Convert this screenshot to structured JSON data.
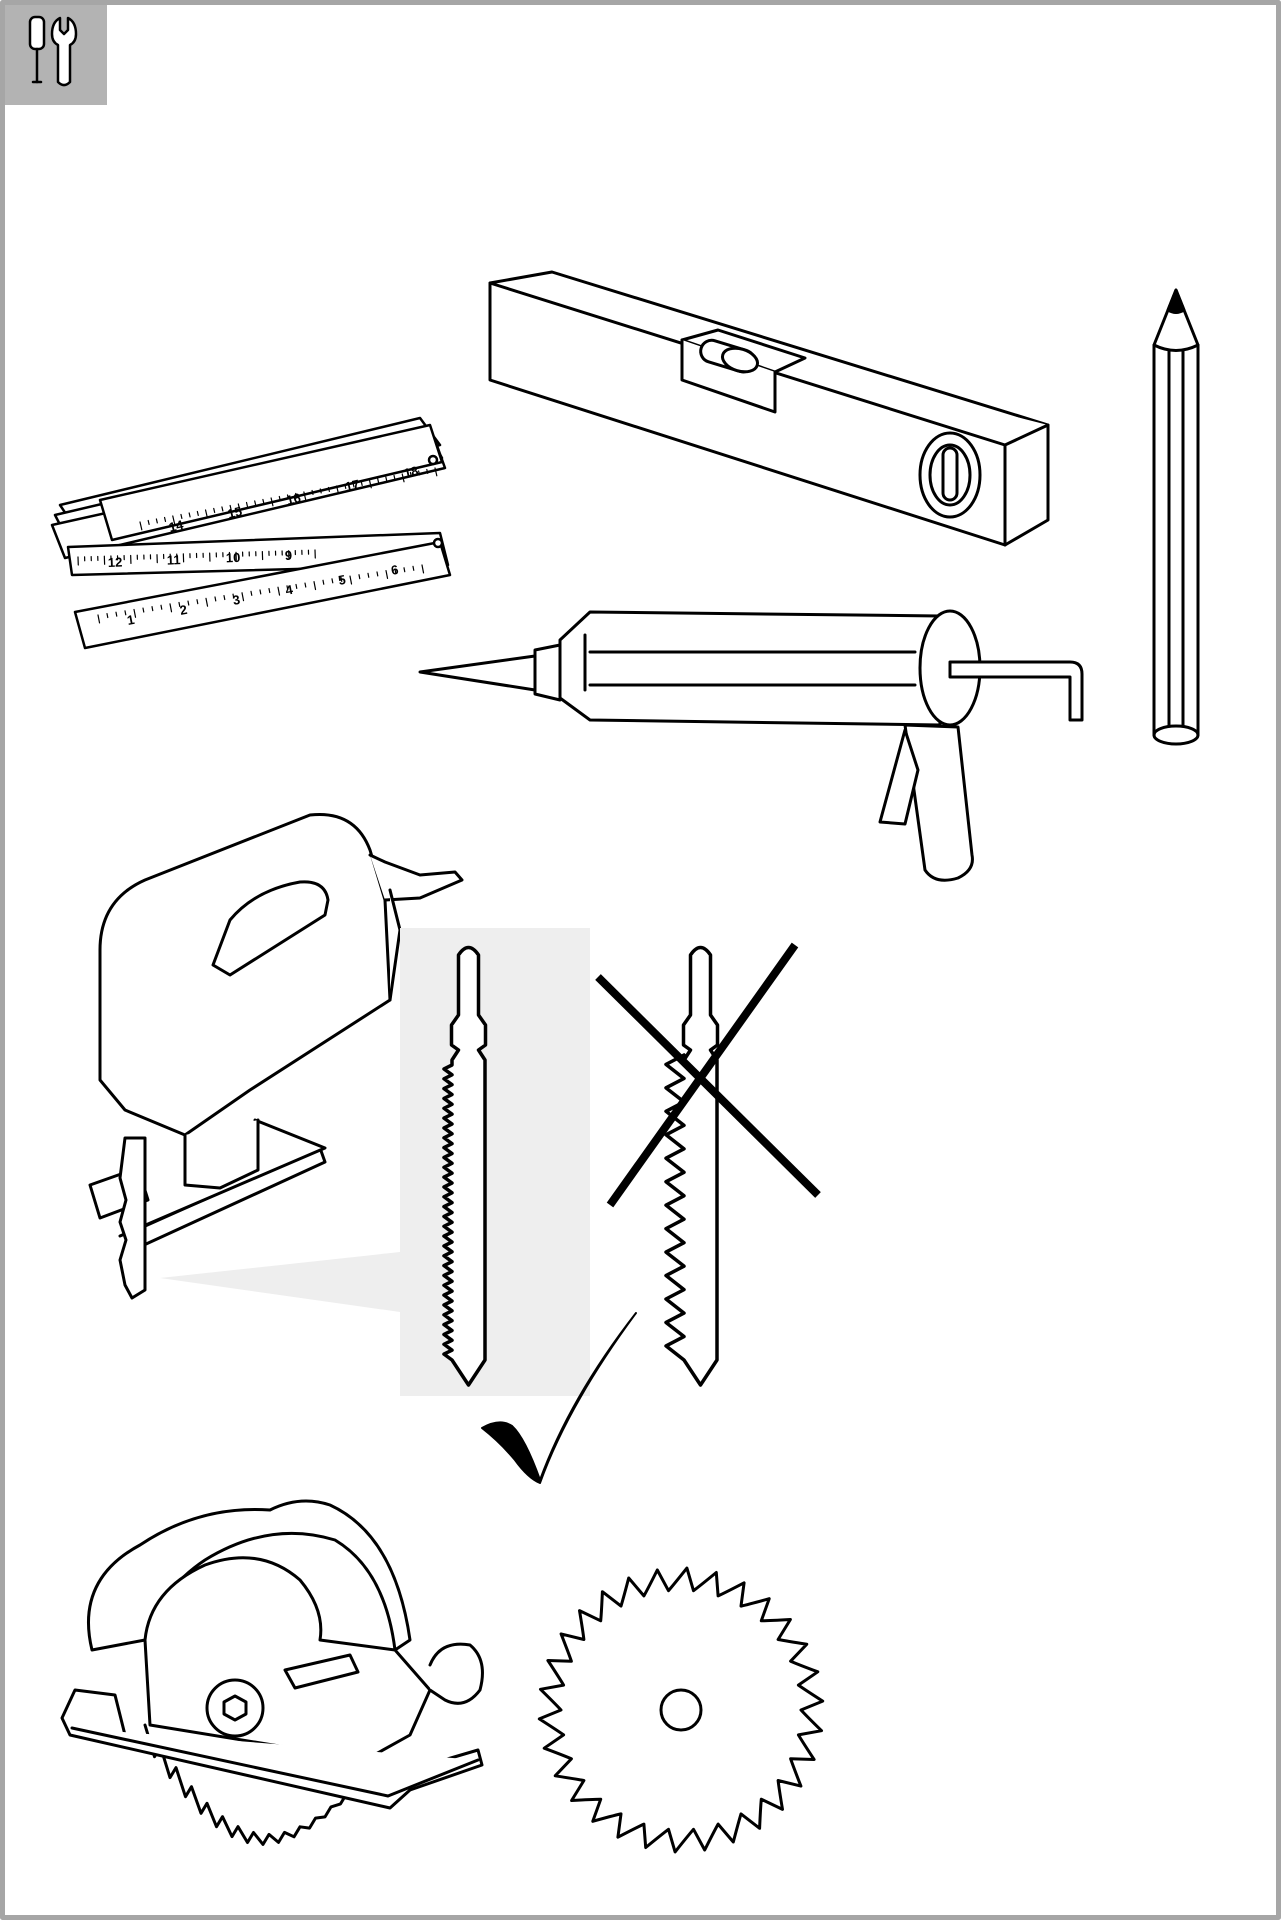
{
  "header": {
    "icon": "screwdriver-wrench-icon",
    "badge_color": "#b3b3b3"
  },
  "colors": {
    "frame": "#a6a6a6",
    "line": "#000000",
    "highlight": "#eeeeee"
  },
  "folding_ruler": {
    "upper_numbers": [
      "14",
      "15",
      "16",
      "17",
      "18"
    ],
    "middle_numbers": [
      "12",
      "11",
      "10",
      "9"
    ],
    "lower_numbers": [
      "1",
      "2",
      "3",
      "4",
      "5",
      "6"
    ]
  },
  "instruction": {
    "approved_mark": "check-icon",
    "rejected_mark": "cross-icon"
  }
}
